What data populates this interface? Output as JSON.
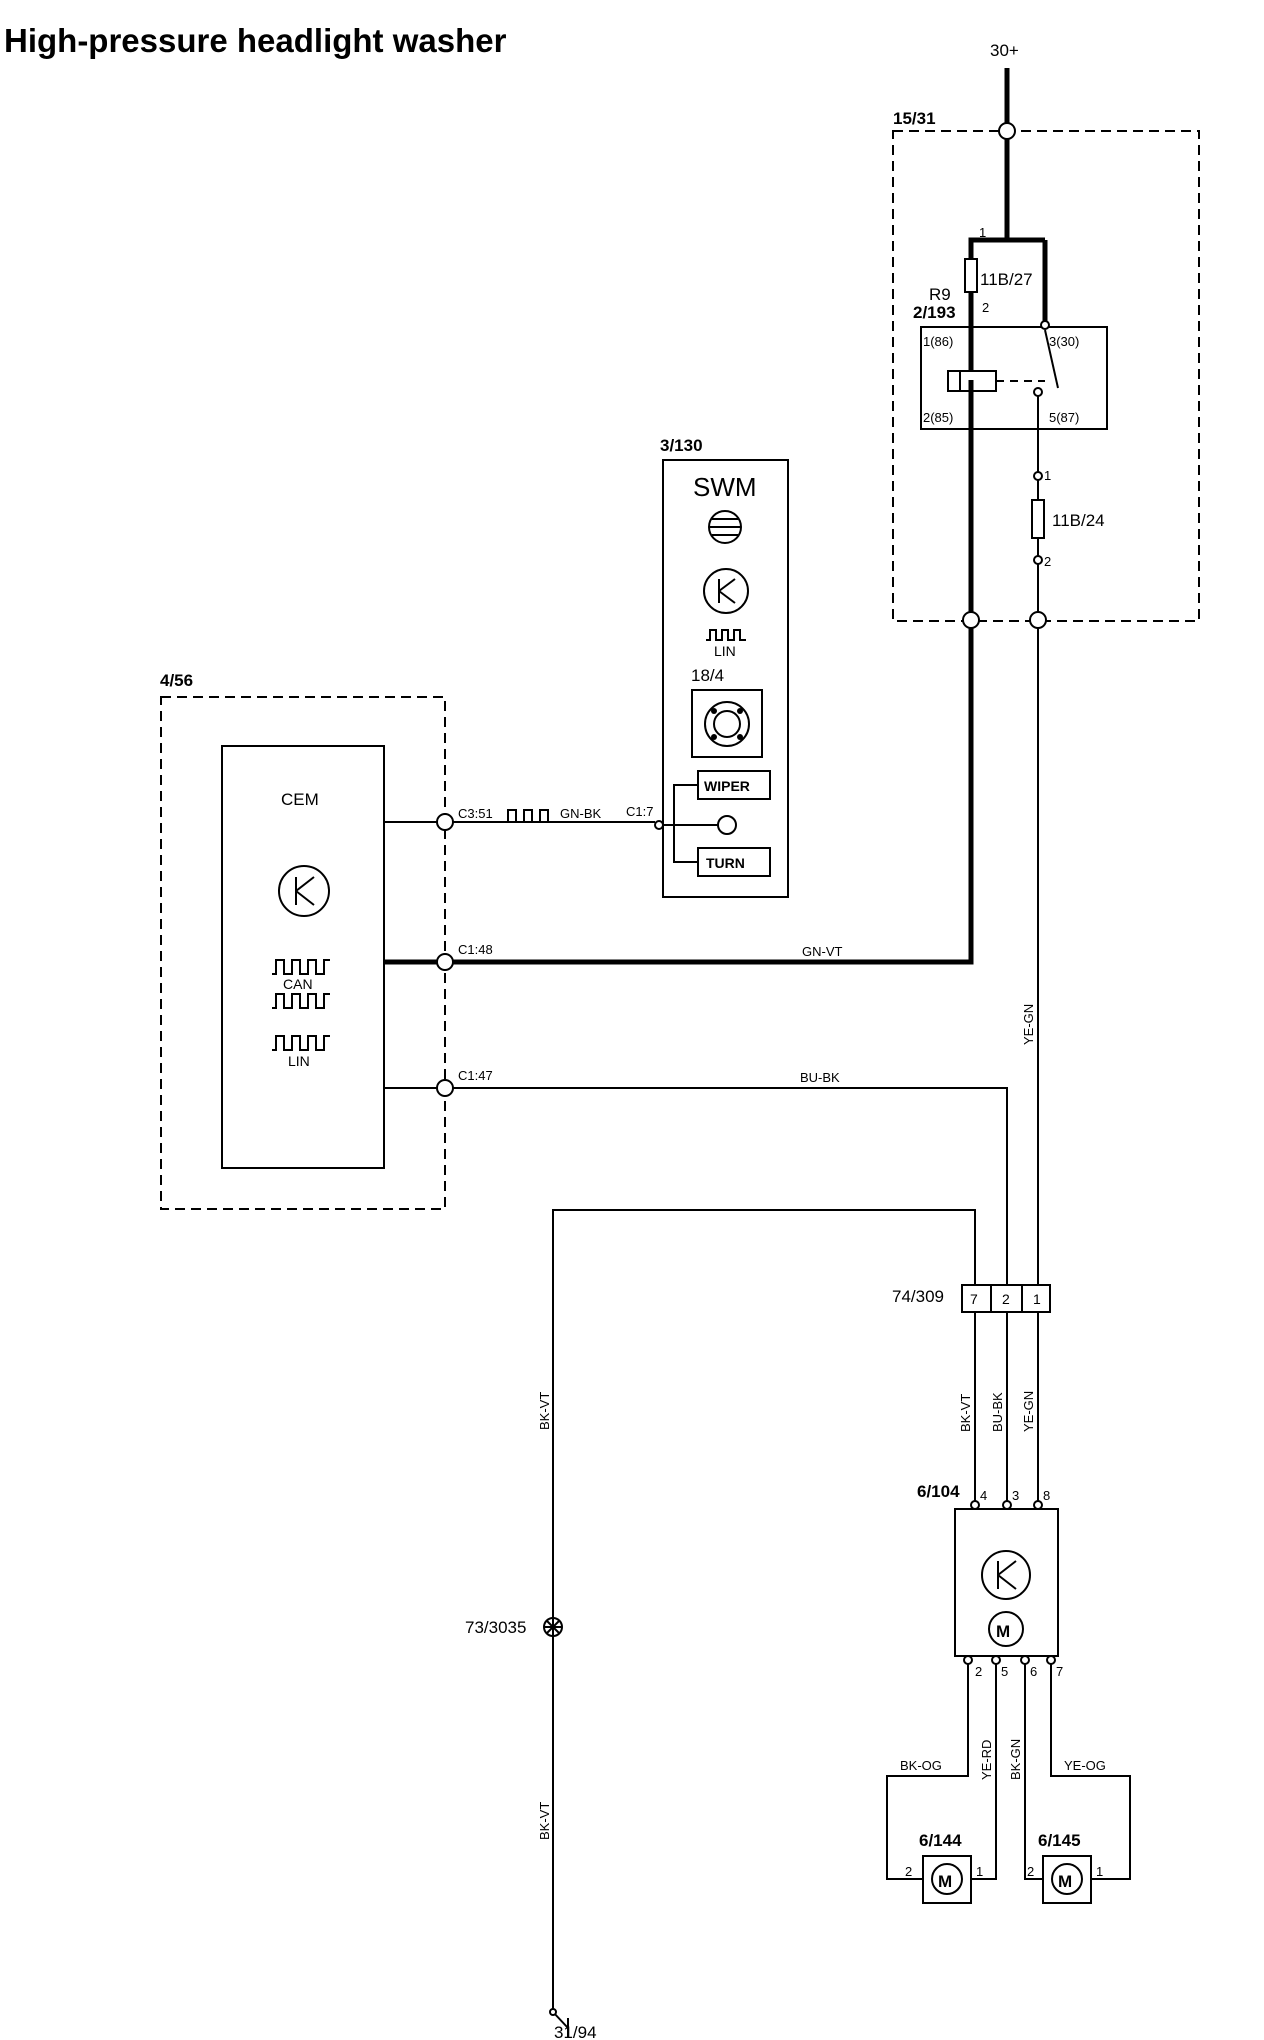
{
  "title": "High-pressure headlight washer",
  "power": {
    "label": "30+"
  },
  "ground": {
    "label": "31/94"
  },
  "components": {
    "relay_box": {
      "id": "15/31"
    },
    "fuse_11b27": {
      "id": "11B/27",
      "pin_in": "1",
      "pin_out": "2"
    },
    "r9": {
      "id": "R9"
    },
    "relay": {
      "id": "2/193",
      "pin_86": "1(86)",
      "pin_30": "3(30)",
      "pin_85": "2(85)",
      "pin_87": "5(87)"
    },
    "fuse_11b24": {
      "id": "11B/24",
      "pin_in": "1",
      "pin_out": "2"
    },
    "swm": {
      "id": "3/130",
      "name": "SWM",
      "lin_label": "LIN",
      "switch_id": "18/4",
      "wiper_label": "WIPER",
      "turn_label": "TURN"
    },
    "cem": {
      "id": "4/56",
      "name": "CEM",
      "can_label": "CAN",
      "lin_label": "LIN",
      "pin_c351": "C3:51",
      "pin_c148": "C1:48",
      "pin_c147": "C1:47"
    },
    "swm_pin": "C1:7",
    "connector": {
      "id": "74/309",
      "pins": [
        "7",
        "2",
        "1"
      ]
    },
    "module": {
      "id": "6/104",
      "pins_top": [
        "4",
        "3",
        "8"
      ],
      "pins_bottom": [
        "2",
        "5",
        "6",
        "7"
      ]
    },
    "splice": {
      "id": "73/3035"
    },
    "pump_left": {
      "id": "6/144",
      "pin_a": "2",
      "pin_b": "1"
    },
    "pump_right": {
      "id": "6/145",
      "pin_a": "2",
      "pin_b": "1"
    }
  },
  "wires": {
    "gn_bk": "GN-BK",
    "gn_vt": "GN-VT",
    "bu_bk": "BU-BK",
    "ye_gn": "YE-GN",
    "bk_vt": "BK-VT",
    "bk_og": "BK-OG",
    "ye_rd": "YE-RD",
    "bk_gn": "BK-GN",
    "ye_og": "YE-OG"
  },
  "symbols": {
    "motor": "M",
    "transistor_icon": "transistor-icon",
    "lin_pulse_icon": "lin-pulse-icon",
    "can_pulse_icon": "can-pulse-icon",
    "ground_icon": "ground-icon"
  }
}
